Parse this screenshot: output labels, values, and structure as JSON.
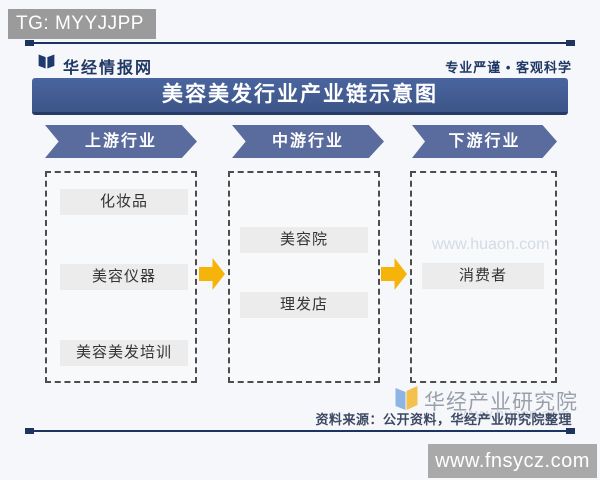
{
  "overlay": {
    "tg_label": "TG: MYYJJPP",
    "site_watermark": "www.fnsycz.com"
  },
  "header": {
    "brand": "华经情报网",
    "slogan": "专业严谨 • 客观科学"
  },
  "title": "美容美发行业产业链示意图",
  "columns": [
    {
      "header": "上游行业",
      "items": [
        "化妆品",
        "美容仪器",
        "美容美发培训"
      ]
    },
    {
      "header": "中游行业",
      "items": [
        "美容院",
        "理发店"
      ]
    },
    {
      "header": "下游行业",
      "items": [
        "消费者"
      ]
    }
  ],
  "footer": {
    "brand_watermark": "华经产业研究院",
    "source": "资料来源：公开资料，华经产业研究院整理"
  },
  "watermark": {
    "faint_url": "www.huaon.com"
  },
  "colors": {
    "title_bar": "#3F5A93",
    "chevron_header": "#5A6B9D",
    "flow_arrow": "#F6B40A",
    "navy": "#1D3461",
    "item_box": "#ECECEC",
    "tg_box": "#9B9B9B",
    "url_box": "#A9A9A9"
  }
}
